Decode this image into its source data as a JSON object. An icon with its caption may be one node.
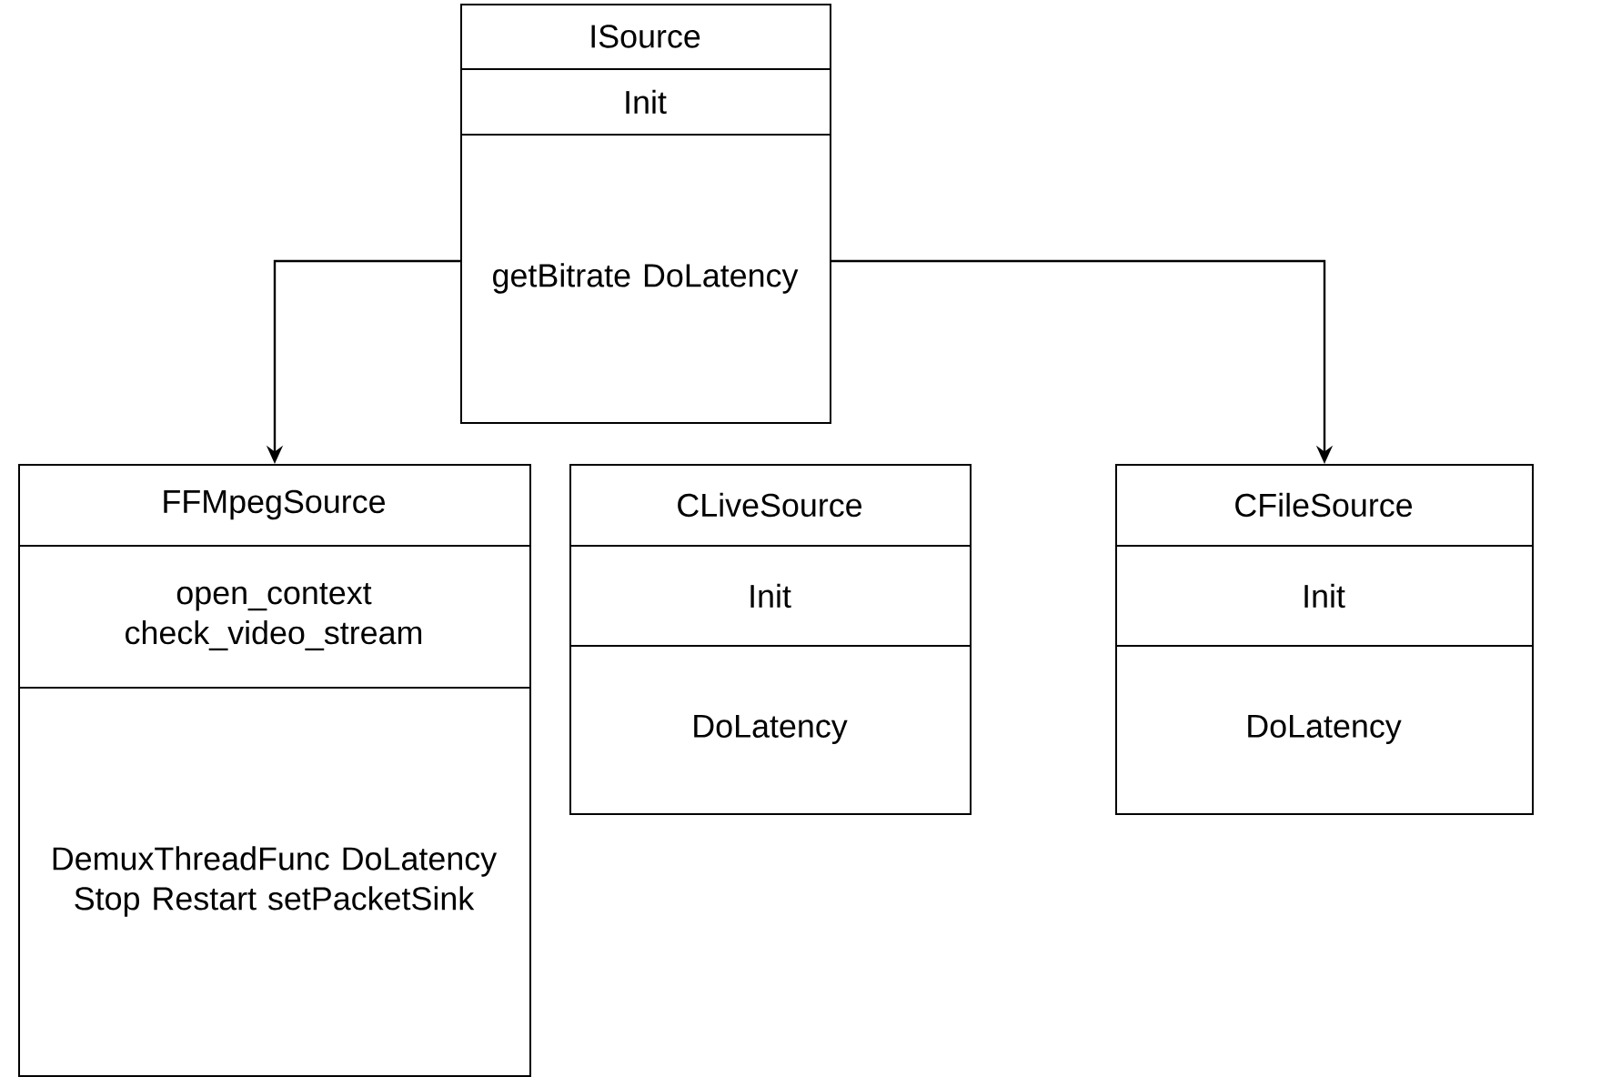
{
  "diagram": {
    "nodes": [
      {
        "text": [
          "ISource",
          "Init",
          "getBitrate DoLatency"
        ]
      },
      {
        "text": [
          "FFMpegSource",
          "open_context check_video_stream",
          "DemuxThreadFunc DoLatency Stop Restart setPacketSink"
        ]
      },
      {
        "text": [
          "CLiveSource",
          "Init",
          "DoLatency"
        ]
      },
      {
        "text": [
          "CFileSource",
          "Init",
          "DoLatency"
        ]
      }
    ],
    "edges": [
      {
        "from": 0,
        "to": 1,
        "arrow": "to"
      },
      {
        "from": 0,
        "to": 3,
        "arrow": "to"
      }
    ]
  }
}
